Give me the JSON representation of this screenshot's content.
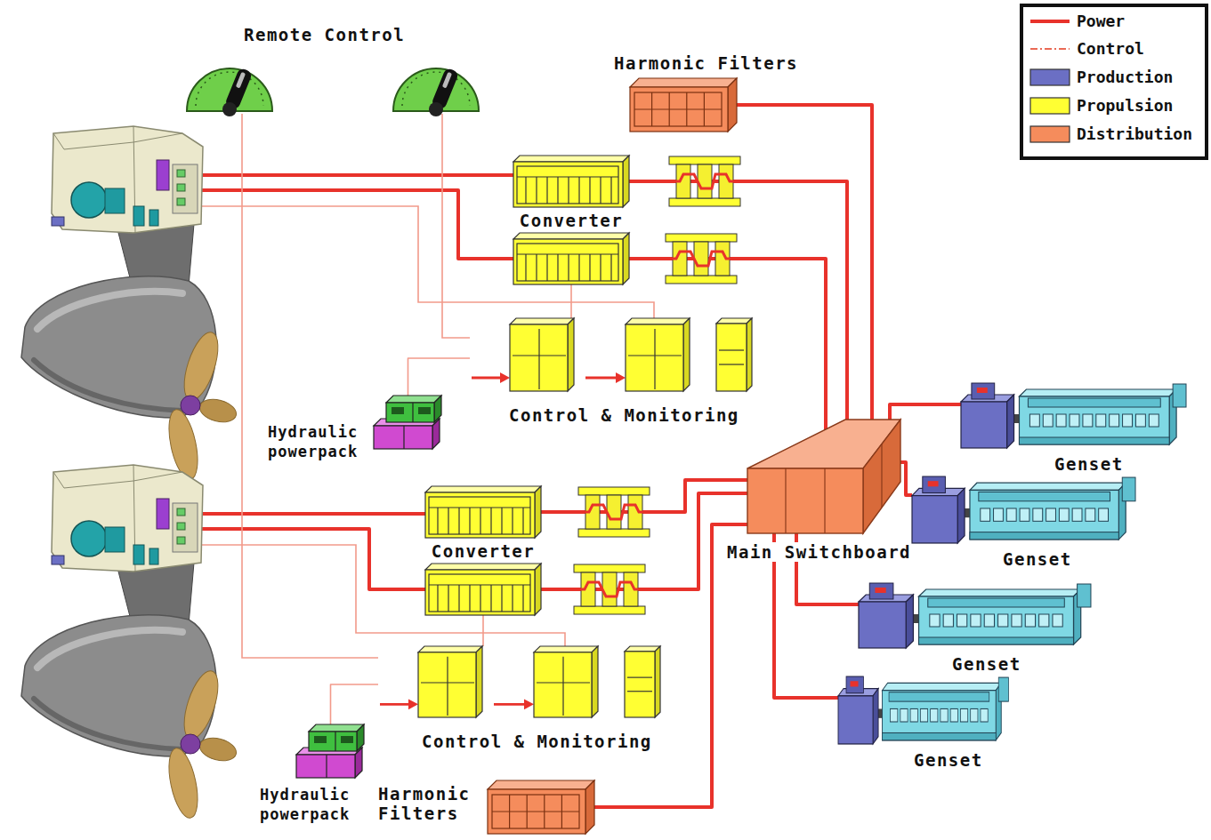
{
  "diagram": {
    "nodes": [
      {
        "text": [
          "Harmonic Filters"
        ]
      },
      {
        "text": [
          "Converter"
        ]
      },
      {
        "text": [
          "Control & Monitoring"
        ]
      },
      {
        "text": [
          "Hydraulic powerpack"
        ]
      },
      {
        "text": [
          "Converter"
        ]
      },
      {
        "text": [
          "Main Switchboard"
        ]
      },
      {
        "text": [
          "Genset"
        ]
      },
      {
        "text": [
          "Genset"
        ]
      },
      {
        "text": [
          "Genset"
        ]
      },
      {
        "text": [
          "Genset"
        ]
      },
      {
        "text": [
          "Control & Monitoring"
        ]
      },
      {
        "text": [
          "Hydraulic powerpack"
        ]
      },
      {
        "text": [
          "Harmonic Filters"
        ]
      }
    ],
    "edges": [
      {
        "from": 0,
        "to": 5,
        "arrow": "none"
      },
      {
        "from": 1,
        "to": 5,
        "arrow": "none"
      },
      {
        "from": 4,
        "to": 5,
        "arrow": "none"
      },
      {
        "from": 12,
        "to": 5,
        "arrow": "none"
      },
      {
        "from": 6,
        "to": 5,
        "arrow": "none"
      },
      {
        "from": 7,
        "to": 5,
        "arrow": "none"
      },
      {
        "from": 8,
        "to": 5,
        "arrow": "none"
      },
      {
        "from": 9,
        "to": 5,
        "arrow": "none"
      },
      {
        "from": 3,
        "to": 2,
        "arrow": "none"
      },
      {
        "from": 1,
        "to": 2,
        "arrow": "none"
      },
      {
        "from": 11,
        "to": 10,
        "arrow": "none"
      },
      {
        "from": 4,
        "to": 10,
        "arrow": "none"
      }
    ],
    "labels": [
      "Remote Control"
    ],
    "legend": [
      {
        "text": "Power"
      },
      {
        "text": "Control"
      },
      {
        "text": "Production",
        "color": "#6b6fc4"
      },
      {
        "text": "Propulsion",
        "color": "#ffff33"
      },
      {
        "text": "Distribution",
        "color": "#f58c5c"
      }
    ]
  }
}
